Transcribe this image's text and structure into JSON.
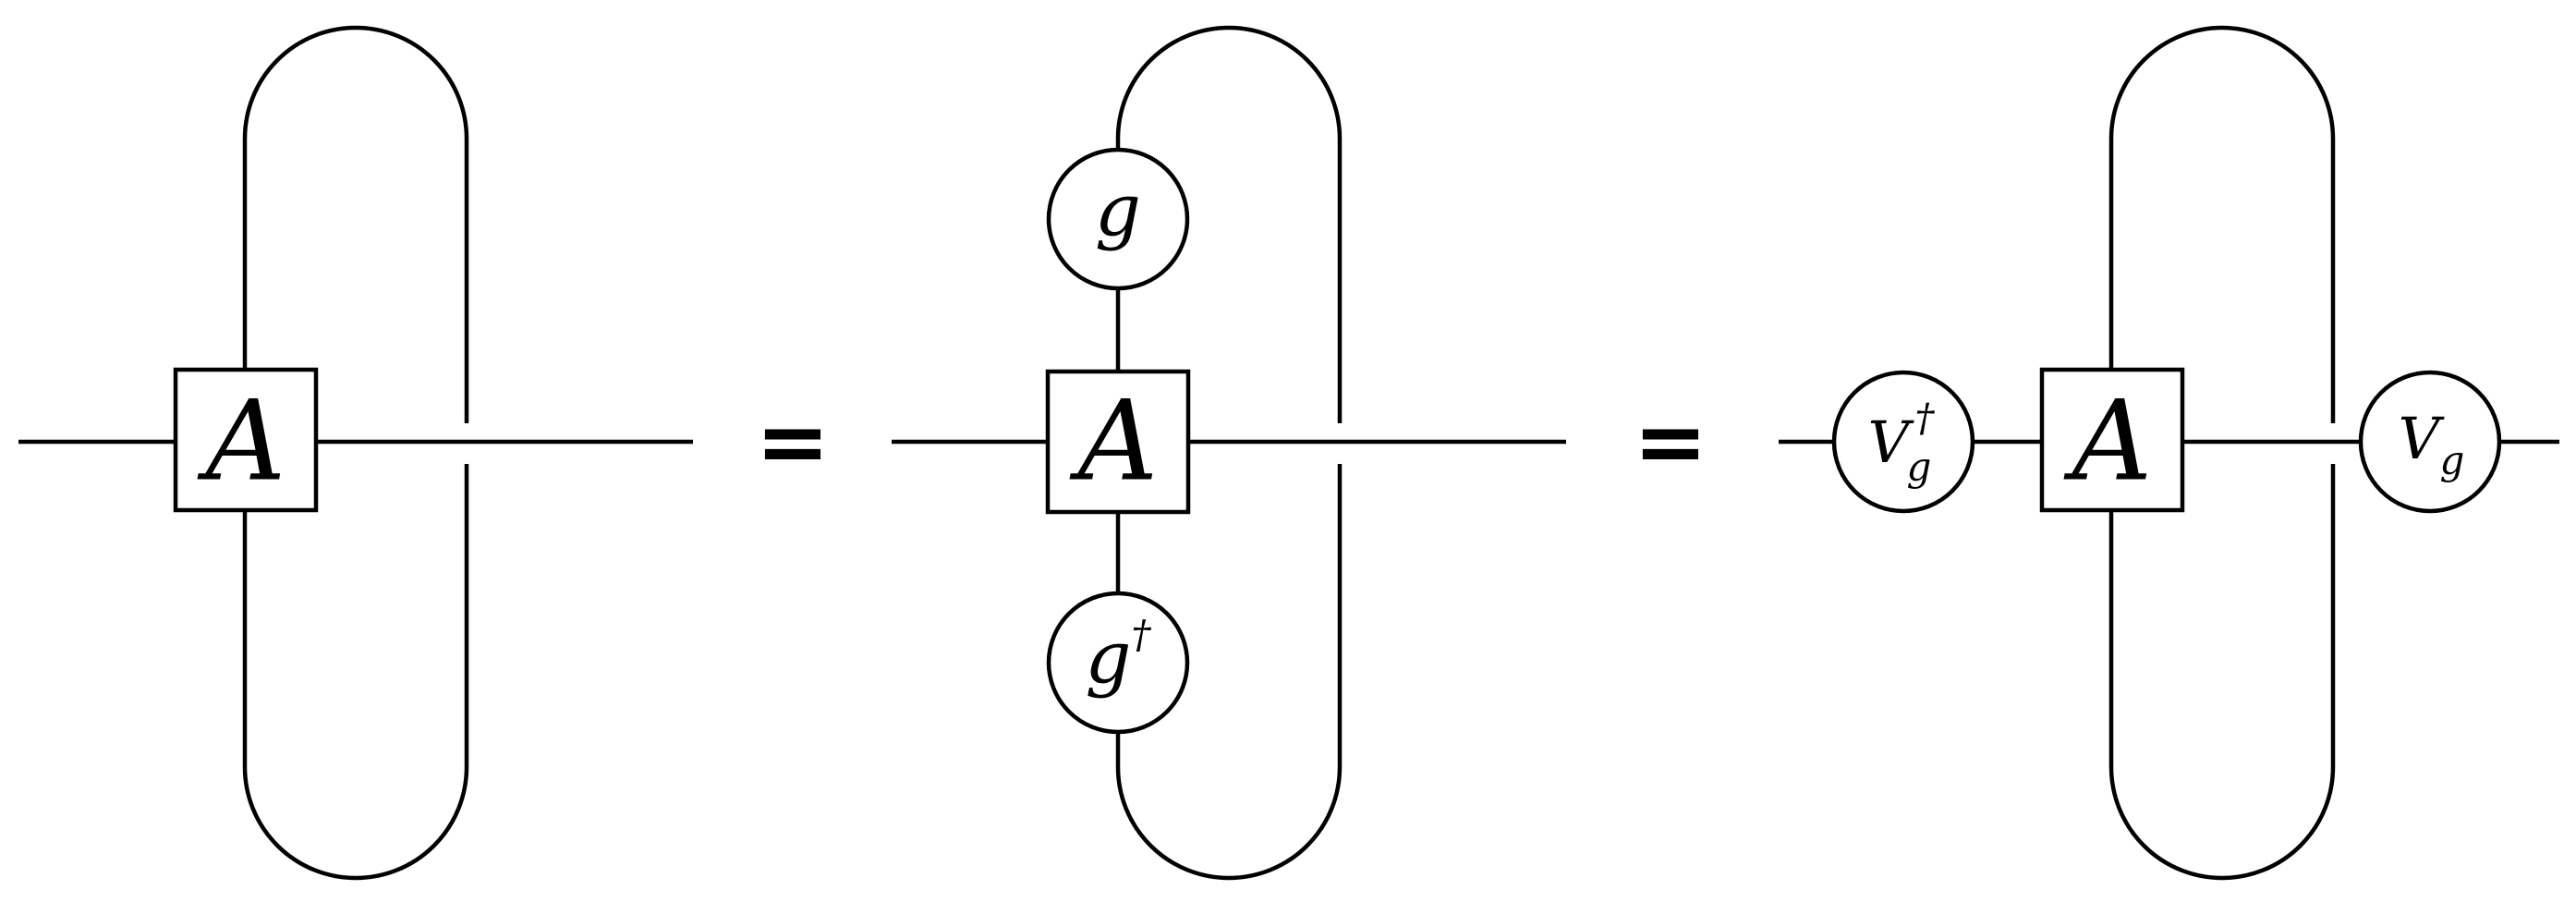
{
  "diagram": {
    "panel_left": {
      "tensor_label": "A"
    },
    "equals_1": "=",
    "panel_middle": {
      "tensor_label": "A",
      "top_node": "g",
      "bottom_node": "g",
      "bottom_node_sup": "†"
    },
    "equals_2": "=",
    "panel_right": {
      "tensor_label": "A",
      "left_node": "V",
      "left_node_sup": "†",
      "left_node_sub": "g",
      "right_node": "V",
      "right_node_sub": "g"
    }
  }
}
